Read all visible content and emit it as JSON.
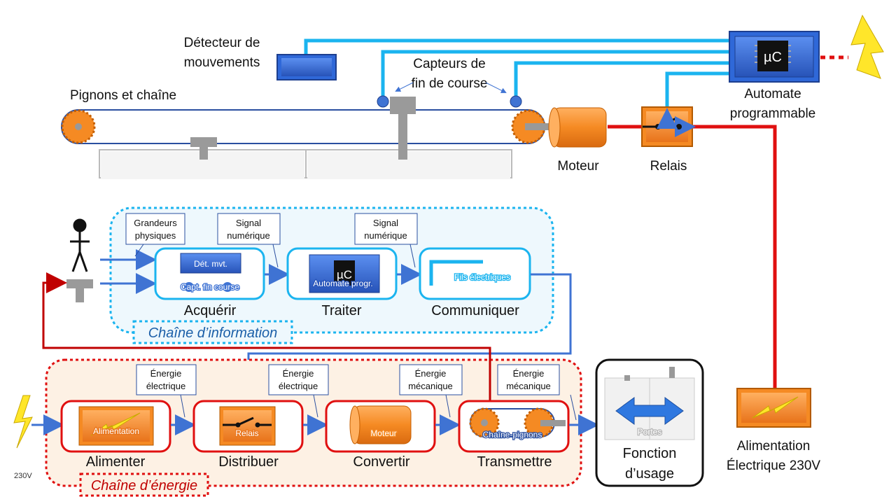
{
  "top": {
    "detector": "Détecteur de mouvements",
    "detector_l1": "Détecteur de",
    "detector_l2": "mouvements",
    "sprockets": "Pignons et chaîne",
    "sensors_l1": "Capteurs de",
    "sensors_l2": "fin de course",
    "motor": "Moteur",
    "relay": "Relais",
    "plc_l1": "Automate",
    "plc_l2": "programmable",
    "chip": "µC",
    "power_l1": "Alimentation",
    "power_l2": "Électrique 230V"
  },
  "info_chain": {
    "title": "Chaîne d’information",
    "in_label_l1": "Grandeurs",
    "in_label_l2": "physiques",
    "sig1_l1": "Signal",
    "sig1_l2": "numérique",
    "sig2_l1": "Signal",
    "sig2_l2": "numérique",
    "acquire": "Acquérir",
    "acquire_det": "Dét. mvt.",
    "acquire_capt": "Capt. fin course",
    "process": "Traiter",
    "process_chip": "µC",
    "process_caption": "Automate progr.",
    "communicate": "Communiquer",
    "wires": "Fils électriques"
  },
  "energy_chain": {
    "title": "Chaîne d’énergie",
    "e1_l1": "Énergie",
    "e1_l2": "électrique",
    "e2_l1": "Énergie",
    "e2_l2": "électrique",
    "e3_l1": "Énergie",
    "e3_l2": "mécanique",
    "e4_l1": "Énergie",
    "e4_l2": "mécanique",
    "supply": "Alimenter",
    "supply_caption": "Alimentation",
    "distribute": "Distribuer",
    "distribute_caption": "Relais",
    "convert": "Convertir",
    "convert_caption": "Moteur",
    "transmit": "Transmettre",
    "transmit_caption": "Chaîne-pignons",
    "voltage": "230V"
  },
  "usage": {
    "l1": "Fonction",
    "l2": "d’usage",
    "caption": "Portes"
  },
  "colors": {
    "cyan": "#1bb4ef",
    "blue": "#3f73d3",
    "red": "#e01010",
    "orange": "#f58a23",
    "dark_red": "#c00000"
  }
}
